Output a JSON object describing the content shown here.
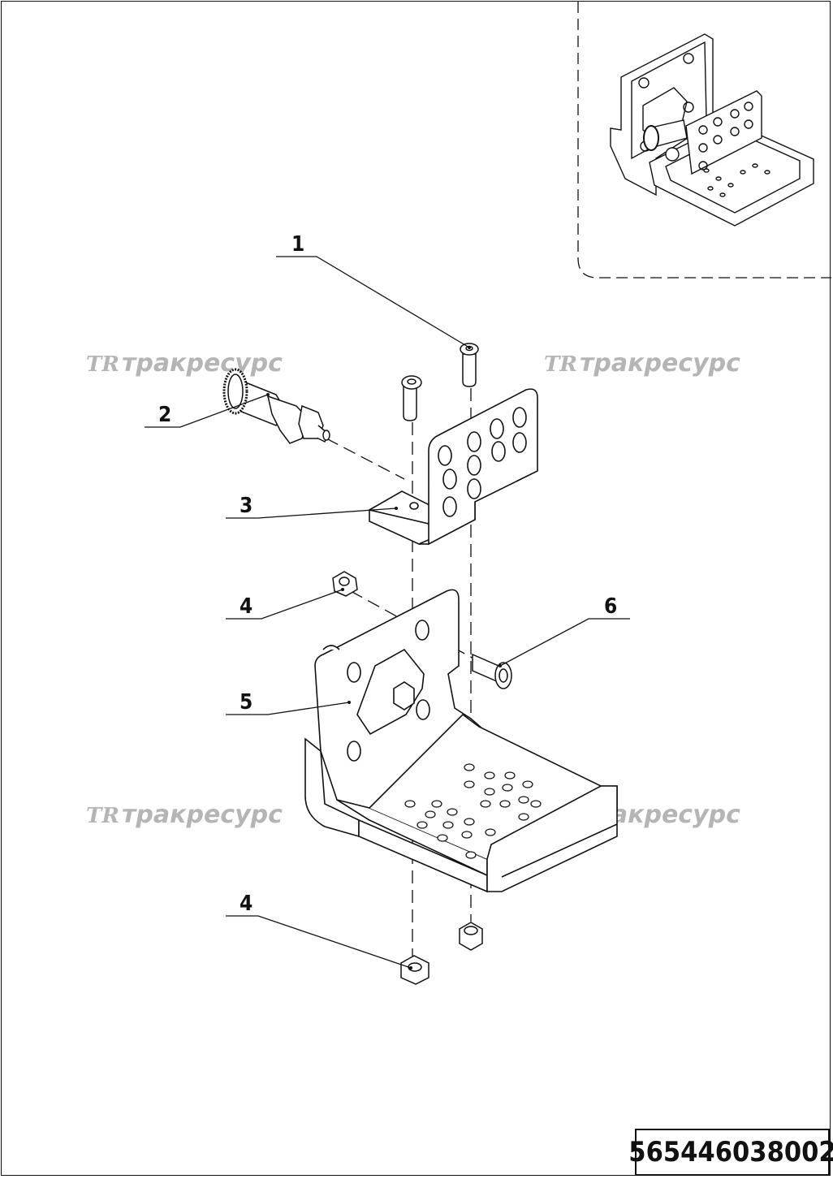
{
  "drawing_number": "565446038002",
  "watermark": {
    "logo": "TR",
    "text": "тракресурс"
  },
  "callouts": [
    {
      "id": "callout-1",
      "label": "1"
    },
    {
      "id": "callout-2",
      "label": "2"
    },
    {
      "id": "callout-3",
      "label": "3"
    },
    {
      "id": "callout-4a",
      "label": "4"
    },
    {
      "id": "callout-5",
      "label": "5"
    },
    {
      "id": "callout-6",
      "label": "6"
    },
    {
      "id": "callout-4b",
      "label": "4"
    }
  ]
}
